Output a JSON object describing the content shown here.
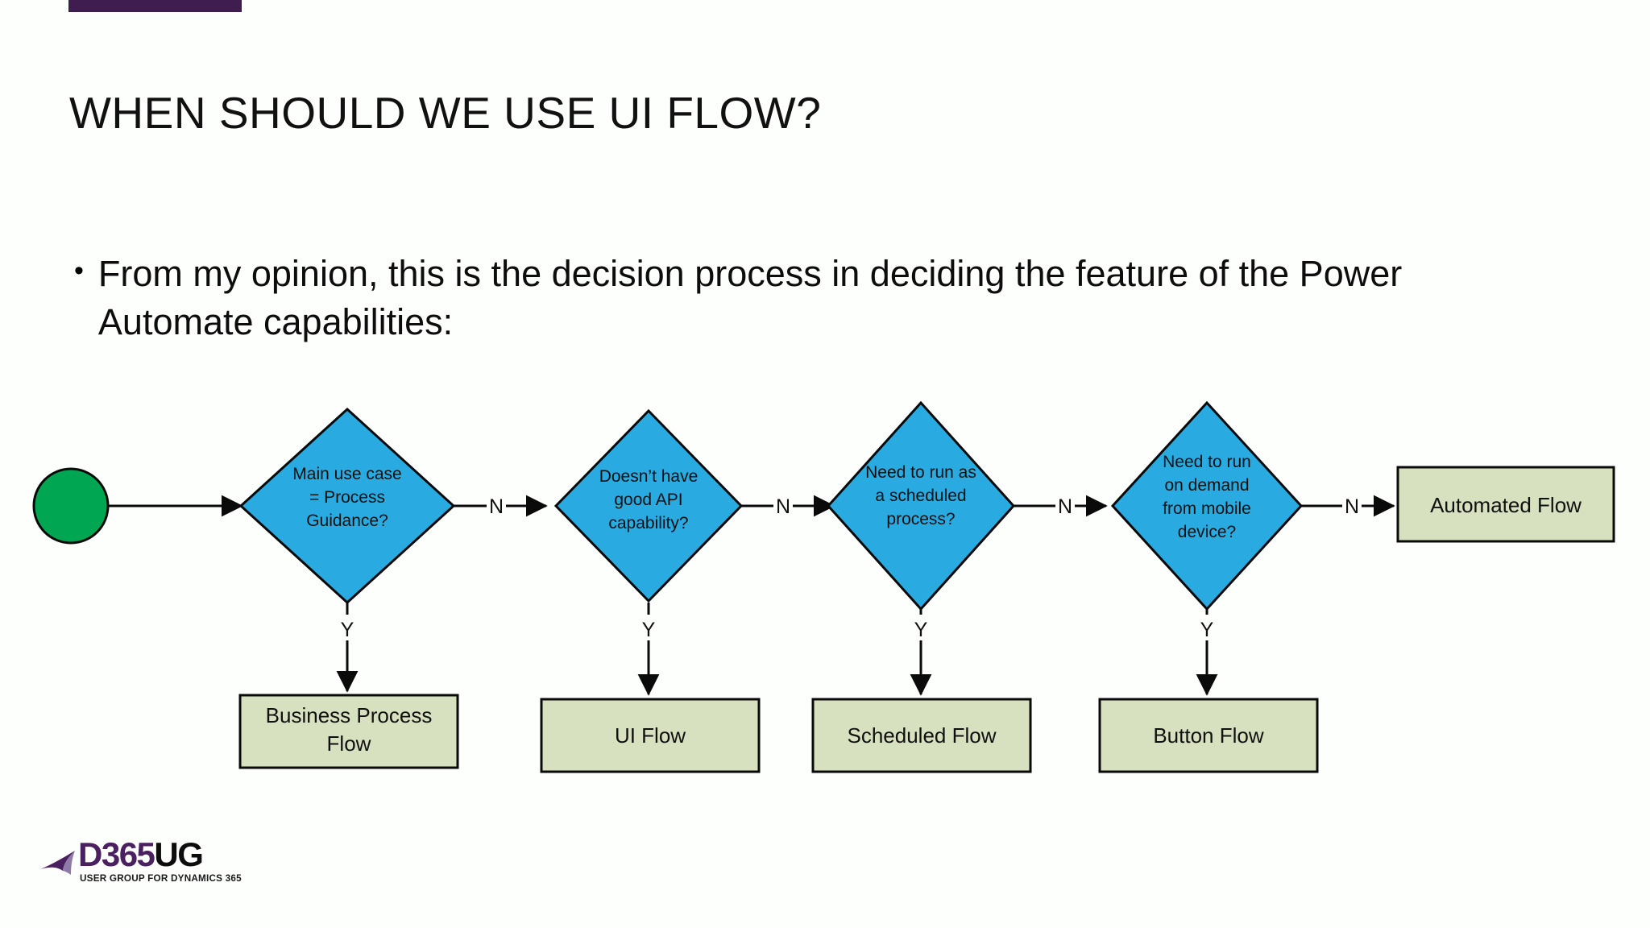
{
  "slide": {
    "accent_bar_color": "#3f1d51",
    "background_color": "#fdfffd",
    "title": "WHEN SHOULD WE USE UI FLOW?",
    "bullet_marker": "•",
    "bullet_text": "From my opinion, this is the decision process in deciding the feature of the Power Automate capabilities:"
  },
  "diagram": {
    "type": "flowchart",
    "colors": {
      "decision_fill": "#29ABE2",
      "terminal_fill": "#00A651",
      "outcome_fill": "#D7E0BF",
      "stroke": "#0a0a0a",
      "text": "#101010"
    },
    "start_node": {
      "name": "start",
      "shape": "circle",
      "label": ""
    },
    "decisions": [
      {
        "id": "d1",
        "lines": [
          "Main use case",
          "= Process",
          "Guidance?"
        ],
        "yes_label": "Y",
        "no_label": "N",
        "yes_target": "Business Process Flow",
        "no_target": "Doesn’t have good API capability?"
      },
      {
        "id": "d2",
        "lines": [
          "Doesn’t have",
          "good API",
          "capability?"
        ],
        "yes_label": "Y",
        "no_label": "N",
        "yes_target": "UI Flow",
        "no_target": "Need to run as a scheduled process?"
      },
      {
        "id": "d3",
        "lines": [
          "Need to run as",
          "a scheduled",
          "process?"
        ],
        "yes_label": "Y",
        "no_label": "N",
        "yes_target": "Scheduled Flow",
        "no_target": "Need to run on demand from mobile device?"
      },
      {
        "id": "d4",
        "lines": [
          "Need to run",
          "on demand",
          "from mobile",
          "device?"
        ],
        "yes_label": "Y",
        "no_label": "N",
        "yes_target": "Button Flow",
        "no_target": "Automated Flow"
      }
    ],
    "outcomes": [
      {
        "id": "o1",
        "lines": [
          "Business Process",
          "Flow"
        ]
      },
      {
        "id": "o2",
        "lines": [
          "UI Flow"
        ]
      },
      {
        "id": "o3",
        "lines": [
          "Scheduled Flow"
        ]
      },
      {
        "id": "o4",
        "lines": [
          "Button Flow"
        ]
      },
      {
        "id": "o5",
        "lines": [
          "Automated Flow"
        ]
      }
    ]
  },
  "logo": {
    "primary": "D365",
    "secondary": "UG",
    "tagline": "USER GROUP FOR DYNAMICS 365",
    "primary_color": "#4b2060",
    "secondary_color": "#0d0d0d"
  }
}
